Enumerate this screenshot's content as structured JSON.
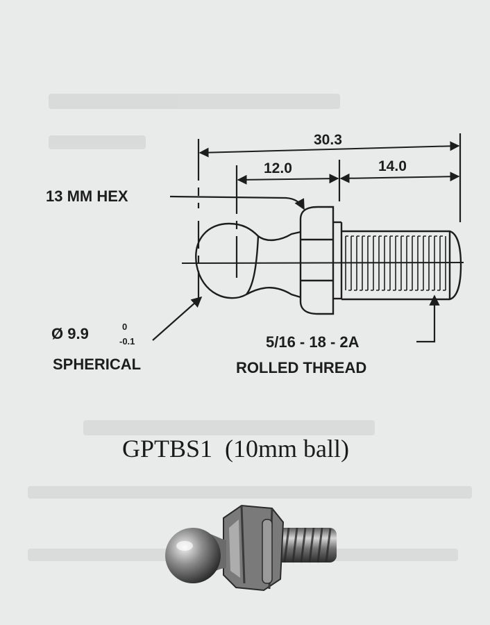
{
  "dimensions": {
    "overall_length": "30.3",
    "hex_to_ball_length": "12.0",
    "thread_length": "14.0"
  },
  "callouts": {
    "hex": "13 MM HEX",
    "ball_diameter": "Ø 9.9",
    "ball_tolerance_upper": "0",
    "ball_tolerance_lower": "-0.1",
    "ball_shape": "SPHERICAL",
    "thread_spec": "5/16 - 18 - 2A",
    "thread_type": "ROLLED THREAD"
  },
  "caption": "GPTBS1  (10mm ball)",
  "colors": {
    "paper": "#e9eaea",
    "ink": "#1d1d1d"
  }
}
